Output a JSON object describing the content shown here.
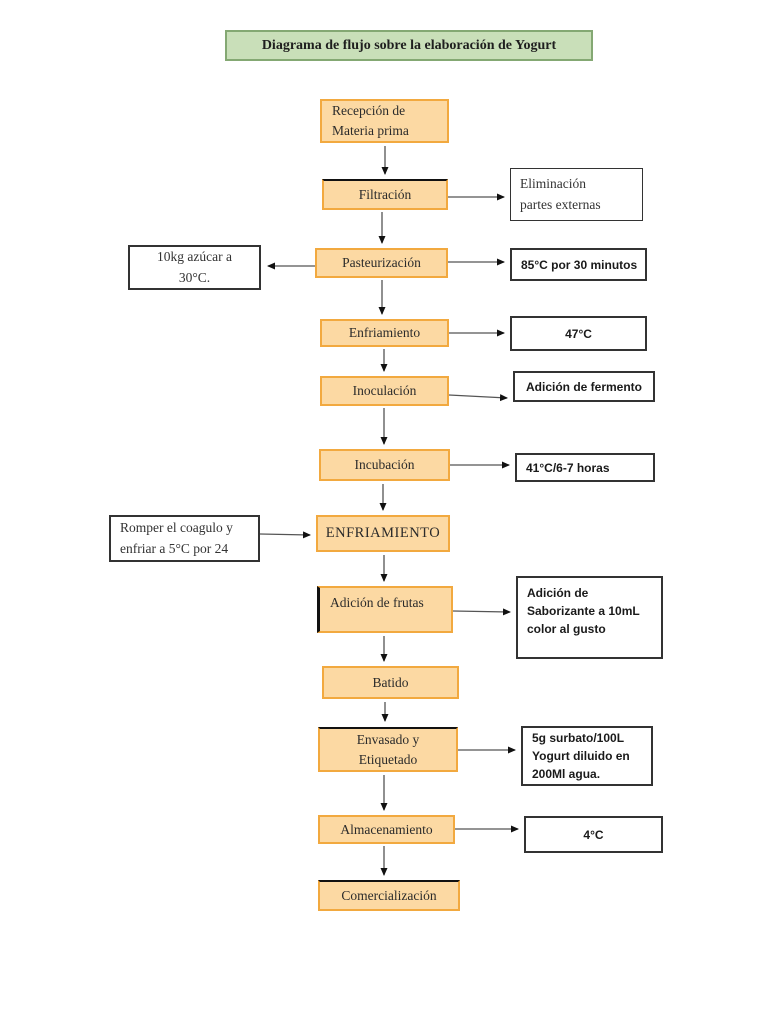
{
  "title": "Diagrama de flujo sobre la elaboración de Yogurt",
  "colors": {
    "title_fill": "#c9dfb9",
    "title_border": "#84a873",
    "step_fill": "#fcd9a3",
    "step_border": "#f2a93f",
    "note_border": "#333333"
  },
  "flow": {
    "steps": [
      {
        "label": "Recepción de\nMateria prima"
      },
      {
        "label": "Filtración"
      },
      {
        "label": "Pasteurización"
      },
      {
        "label": "Enfriamiento"
      },
      {
        "label": "Inoculación"
      },
      {
        "label": "Incubación"
      },
      {
        "label": "ENFRIAMIENTO"
      },
      {
        "label": "Adición de frutas"
      },
      {
        "label": "Batido"
      },
      {
        "label": "Envasado y\nEtiquetado"
      },
      {
        "label": "Almacenamiento"
      },
      {
        "label": "Comercialización"
      }
    ]
  },
  "notes": [
    {
      "text": "Eliminación\npartes externas"
    },
    {
      "text": "10kg azúcar a\n30°C."
    },
    {
      "text": "85°C por 30 minutos"
    },
    {
      "text": "47°C"
    },
    {
      "text": "Adición de fermento"
    },
    {
      "text": "41°C/6-7 horas"
    },
    {
      "text": "Romper el coagulo y\nenfriar a 5°C por 24"
    },
    {
      "text": "Adición de\nSaborizante a 10mL\ncolor al gusto"
    },
    {
      "text": "5g surbato/100L\nYogurt diluido en\n200Ml agua."
    },
    {
      "text": "4°C"
    }
  ]
}
